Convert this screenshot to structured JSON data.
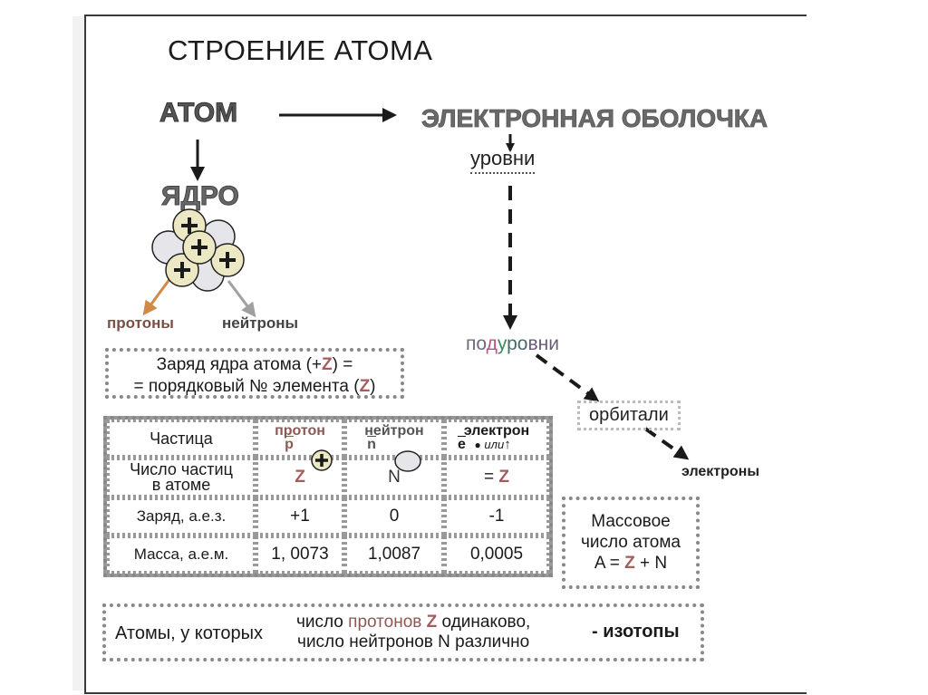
{
  "title": "СТРОЕНИЕ АТОМА",
  "atom_label": "АТОМ",
  "nucleus_label": "ЯДРО",
  "shell_label": "ЭЛЕКТРОННАЯ ОБОЛОЧКА",
  "levels_label": "уровни",
  "sublevels": {
    "parts": [
      {
        "text": "по",
        "color": "#6b6b80"
      },
      {
        "text": "д",
        "color": "#c0508a"
      },
      {
        "text": "у",
        "color": "#3d8a5a"
      },
      {
        "text": "ро",
        "color": "#4a6a6a"
      },
      {
        "text": "вни",
        "color": "#6b5b7a"
      }
    ]
  },
  "orbitals_label": "орбитали",
  "electrons_label": "электроны",
  "protons_label": "протоны",
  "neutrons_label": "нейтроны",
  "nucleus": {
    "proton_symbol": "+",
    "proton_color": "#ece8c4",
    "neutron_color": "#e6e6ea"
  },
  "charge_box": {
    "line1_prefix": "Заряд ядра атома (+",
    "line1_z": "Z",
    "line1_suffix": ") =",
    "line2_prefix": "= порядковый № элемента (",
    "line2_z": "Z",
    "line2_suffix": ")"
  },
  "particle_table": {
    "header": {
      "label": "Частица",
      "proton": {
        "name": "протон",
        "symbol": "p"
      },
      "neutron": {
        "name": "нейтрон",
        "symbol": "n"
      },
      "electron": {
        "name": "электрон",
        "symbol": "e",
        "note": "или",
        "arrow": "↑"
      }
    },
    "rows": [
      {
        "label_line1": "Число частиц",
        "label_line2": "в атоме",
        "proton": "Z",
        "neutron": "N",
        "electron_prefix": "= ",
        "electron": "Z"
      },
      {
        "label": "Заряд, а.е.з.",
        "proton": "+1",
        "neutron": "0",
        "electron": "-1"
      },
      {
        "label": "Масса, а.е.м.",
        "proton": "1, 0073",
        "neutron": "1,0087",
        "electron": "0,0005"
      }
    ]
  },
  "mass_box": {
    "line1": "Массовое",
    "line2": "число атома",
    "formula_a": "A = ",
    "formula_z": "Z",
    "formula_rest": " + N"
  },
  "isotopes": {
    "left": "Атомы, у которых",
    "mid_line1_a": "число ",
    "mid_line1_b": "протонов ",
    "mid_line1_z": "Z",
    "mid_line1_c": " одинаково,",
    "mid_line2": "число нейтронов N различно",
    "right": "- изотопы"
  },
  "colors": {
    "z_accent": "#a85b5b",
    "proton_arrow": "#c98a4a",
    "neutron_arrow": "#9a9a9a"
  }
}
